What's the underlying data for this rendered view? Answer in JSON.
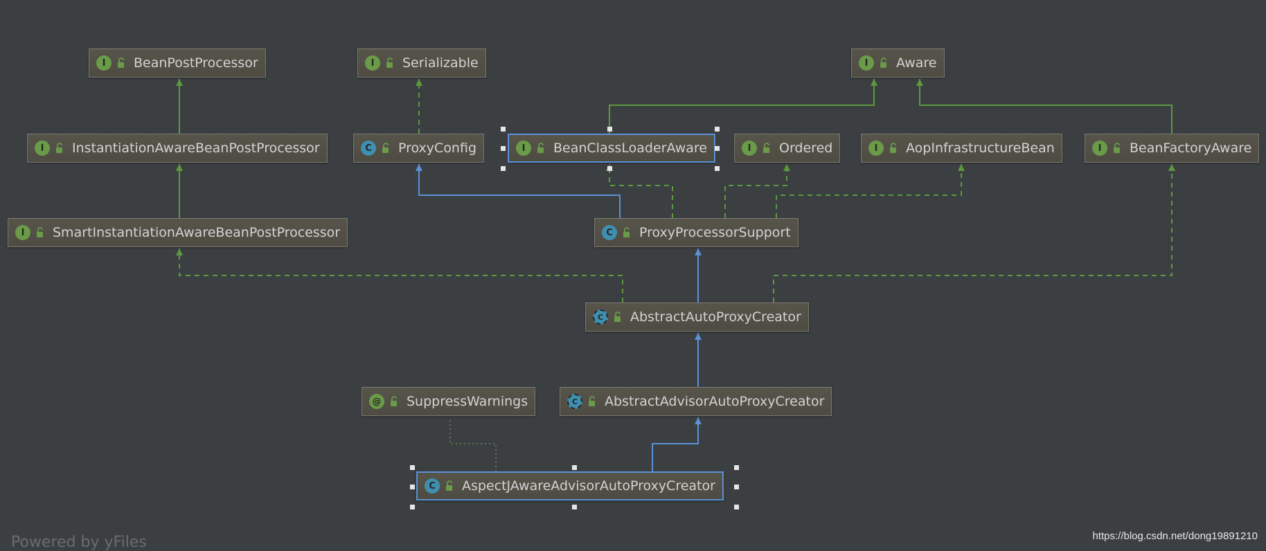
{
  "diagram": {
    "nodes": {
      "bean_post_processor": {
        "label": "BeanPostProcessor",
        "kind": "interface",
        "icon": "I"
      },
      "serializable": {
        "label": "Serializable",
        "kind": "interface",
        "icon": "I"
      },
      "aware": {
        "label": "Aware",
        "kind": "interface",
        "icon": "I"
      },
      "instantiation_aware": {
        "label": "InstantiationAwareBeanPostProcessor",
        "kind": "interface",
        "icon": "I"
      },
      "proxy_config": {
        "label": "ProxyConfig",
        "kind": "class",
        "icon": "C"
      },
      "bean_class_loader_aware": {
        "label": "BeanClassLoaderAware",
        "kind": "interface",
        "icon": "I"
      },
      "ordered": {
        "label": "Ordered",
        "kind": "interface",
        "icon": "I"
      },
      "aop_infrastructure_bean": {
        "label": "AopInfrastructureBean",
        "kind": "interface",
        "icon": "I"
      },
      "bean_factory_aware": {
        "label": "BeanFactoryAware",
        "kind": "interface",
        "icon": "I"
      },
      "smart_instantiation_aware": {
        "label": "SmartInstantiationAwareBeanPostProcessor",
        "kind": "interface",
        "icon": "I"
      },
      "proxy_processor_support": {
        "label": "ProxyProcessorSupport",
        "kind": "class",
        "icon": "C"
      },
      "abstract_auto_proxy_creator": {
        "label": "AbstractAutoProxyCreator",
        "kind": "abstract-class",
        "icon": "C"
      },
      "suppress_warnings": {
        "label": "SuppressWarnings",
        "kind": "annotation",
        "icon": "@"
      },
      "abstract_advisor_auto_proxy_creator": {
        "label": "AbstractAdvisorAutoProxyCreator",
        "kind": "abstract-class",
        "icon": "C"
      },
      "aspectj_aware_advisor_auto_proxy_creator": {
        "label": "AspectJAwareAdvisorAutoProxyCreator",
        "kind": "class",
        "icon": "C"
      }
    },
    "colors": {
      "extends": "#5b91d6",
      "implements": "#5c9a3e",
      "background": "#3b3f42"
    }
  },
  "footer": {
    "powered_by": "Powered by yFiles",
    "watermark": "https://blog.csdn.net/dong19891210"
  }
}
